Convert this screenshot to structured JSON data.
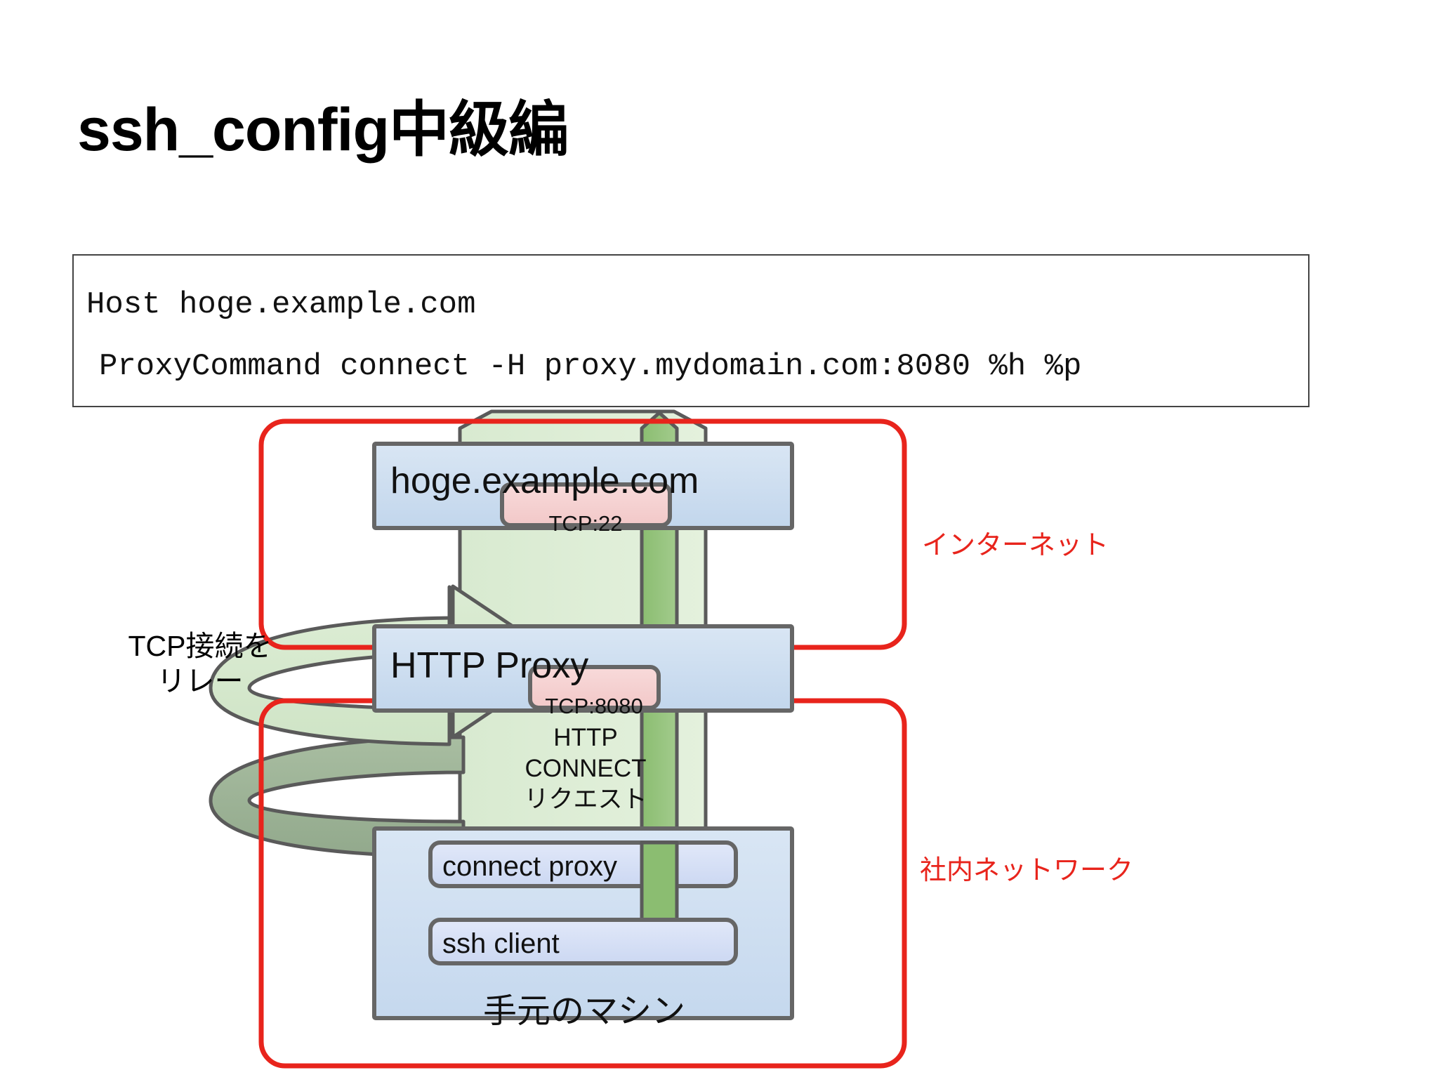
{
  "slide": {
    "title": "ssh_config中級編"
  },
  "code_block": {
    "lines": [
      "Host hoge.example.com",
      "ProxyCommand connect -H proxy.mydomain.com:8080 %h %p"
    ],
    "line1": "Host hoge.example.com",
    "line2": "ProxyCommand connect -H proxy.mydomain.com:8080 %h %p"
  },
  "diagram": {
    "nodes": {
      "remote_host": "hoge.example.com",
      "http_proxy": "HTTP Proxy",
      "connect_proxy": "connect proxy",
      "ssh_client": "ssh client",
      "local_machine": "手元のマシン"
    },
    "ports": {
      "ssh": "TCP:22",
      "proxy": "TCP:8080"
    },
    "annotations": {
      "relay": "TCP接続を\nリレー",
      "relay_line1": "TCP接続を",
      "relay_line2": "リレー",
      "connect_request": "HTTP\nCONNECT\nリクエスト",
      "connect_request_line1": "HTTP",
      "connect_request_line2": "CONNECT",
      "connect_request_line3": "リクエスト"
    },
    "zones": {
      "internet": "インターネット",
      "intranet": "社内ネットワーク"
    },
    "colors": {
      "zone_border": "#e8241c",
      "node_fill_top": "#d4e3f3",
      "node_fill_bottom": "#c3d8ee",
      "node_border": "#666666",
      "port_fill": "#f6d3d3",
      "port_border": "#666666",
      "channel_fill": "#dcecd4",
      "channel_dark_fill": "#8ec075",
      "arrow_fill": "#dcecd4",
      "arrow_shadow_fill": "#9cb296",
      "text": "#111111",
      "page_background": "#ffffff"
    }
  }
}
